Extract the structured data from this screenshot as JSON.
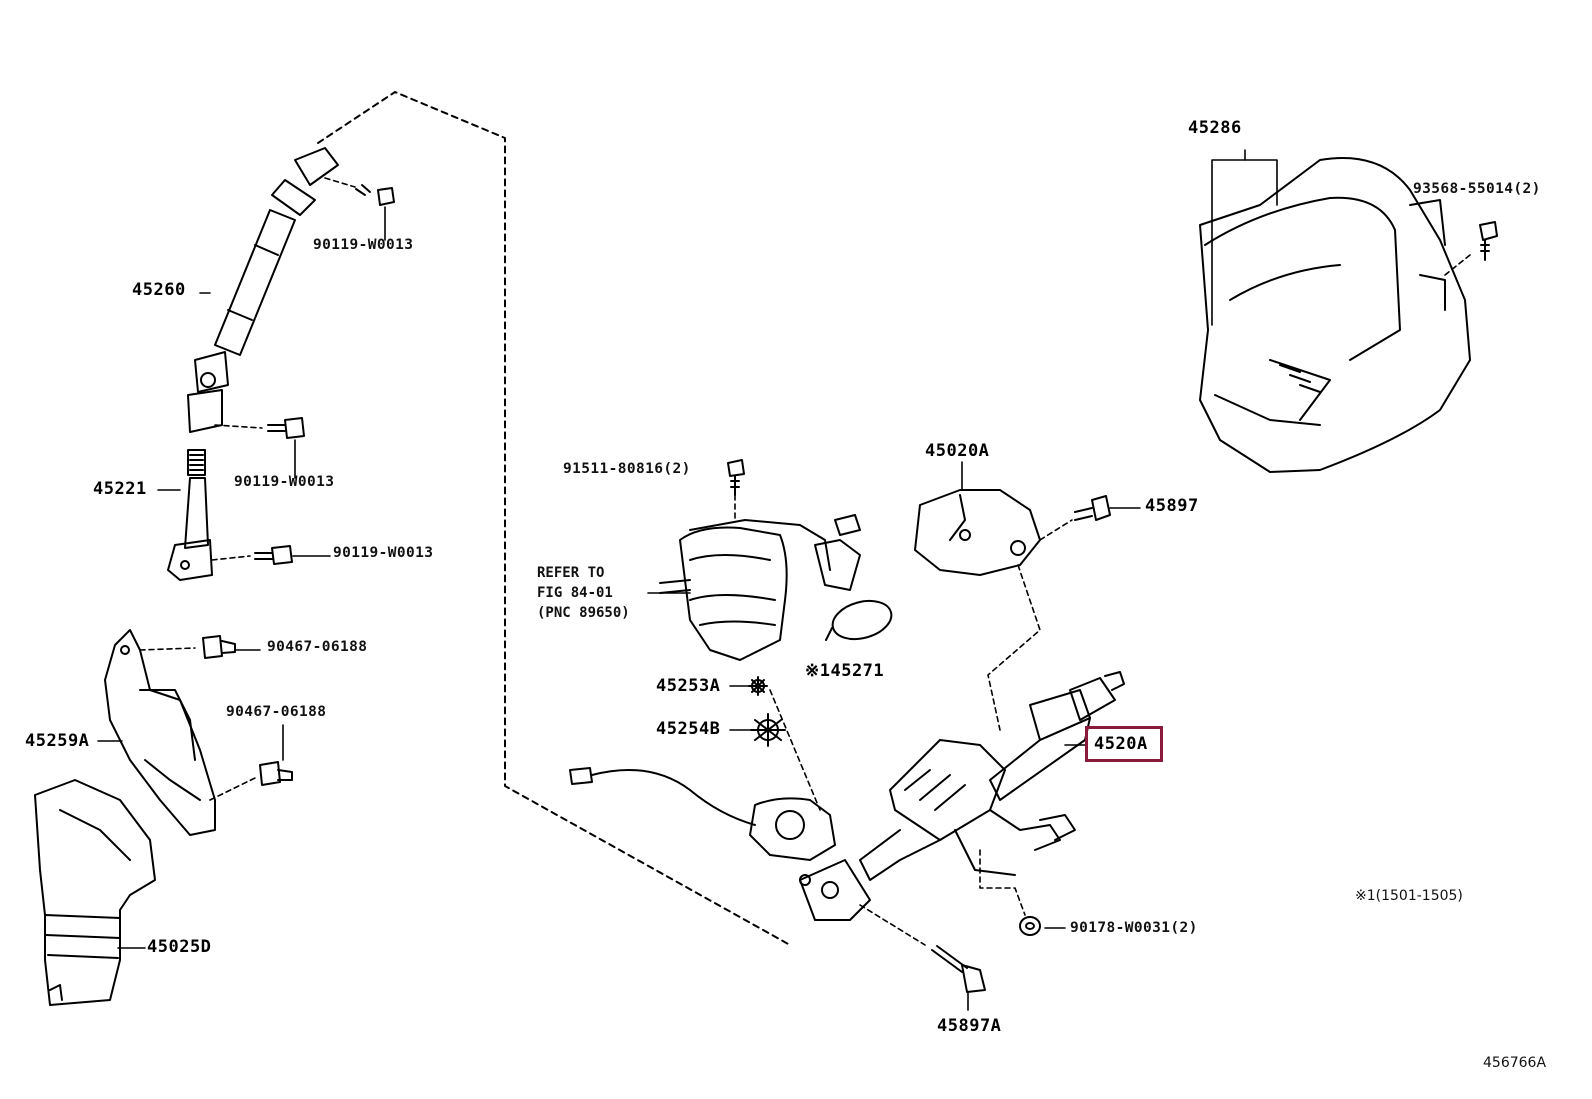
{
  "parts": {
    "p45286": "45286",
    "p93568": "93568-55014(2)",
    "p45260": "45260",
    "p90119a": "90119-W0013",
    "p90119b": "90119-W0013",
    "p90119c": "90119-W0013",
    "p45221": "45221",
    "p91511": "91511-80816(2)",
    "p45020A": "45020A",
    "p45897": "45897",
    "p90467a": "90467-06188",
    "p90467b": "90467-06188",
    "p45259A": "45259A",
    "p45271": "※145271",
    "p45253A": "45253A",
    "p45254B": "45254B",
    "p4520A": "4520A",
    "p45025D": "45025D",
    "p90178": "90178-W0031(2)",
    "p45897A": "45897A"
  },
  "refer": {
    "line1": "REFER TO",
    "line2": "FIG 84-01",
    "line3": "(PNC 89650)"
  },
  "footnote": "※1(1501-1505)",
  "figure_id": "456766A",
  "highlight_color": "#8b1a3a"
}
